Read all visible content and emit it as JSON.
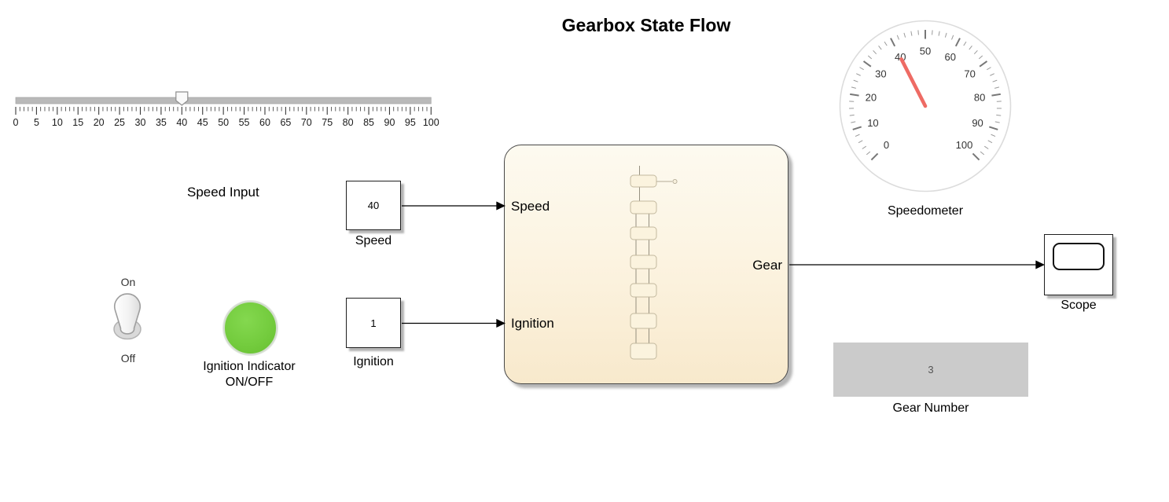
{
  "title": "Gearbox State Flow",
  "labels": {
    "speed_input": "Speed Input"
  },
  "slider": {
    "min": 0,
    "max": 100,
    "value": 40,
    "major_step": 5,
    "minor_step": 1,
    "tick_labels": [
      "0",
      "5",
      "10",
      "15",
      "20",
      "25",
      "30",
      "35",
      "40",
      "45",
      "50",
      "55",
      "60",
      "65",
      "70",
      "75",
      "80",
      "85",
      "90",
      "95",
      "100"
    ],
    "track_color": "#b9b9b9",
    "thumb_color": "#fafafa"
  },
  "toggle_switch": {
    "on": "On",
    "off": "Off",
    "state": "On"
  },
  "lamp": {
    "line1": "Ignition Indicator",
    "line2": "ON/OFF",
    "color": "#74cc3e",
    "state": "on"
  },
  "speed_block": {
    "value": "40",
    "name": "Speed"
  },
  "ignition_block": {
    "value": "1",
    "name": "Ignition"
  },
  "stateflow_chart": {
    "port_speed": "Speed",
    "port_ignition": "Ignition",
    "port_gear": "Gear",
    "state_count": 7
  },
  "speedometer": {
    "label": "Speedometer",
    "min": 0,
    "max": 100,
    "value": 40,
    "major_step": 10,
    "minor_step": 2,
    "tick_labels": [
      "0",
      "10",
      "20",
      "30",
      "40",
      "50",
      "60",
      "70",
      "80",
      "90",
      "100"
    ],
    "start_angle_deg": 225,
    "sweep_deg": 270,
    "needle_color": "#ee6b64"
  },
  "scope": {
    "label": "Scope"
  },
  "gear_display": {
    "value": "3",
    "label": "Gear Number"
  }
}
